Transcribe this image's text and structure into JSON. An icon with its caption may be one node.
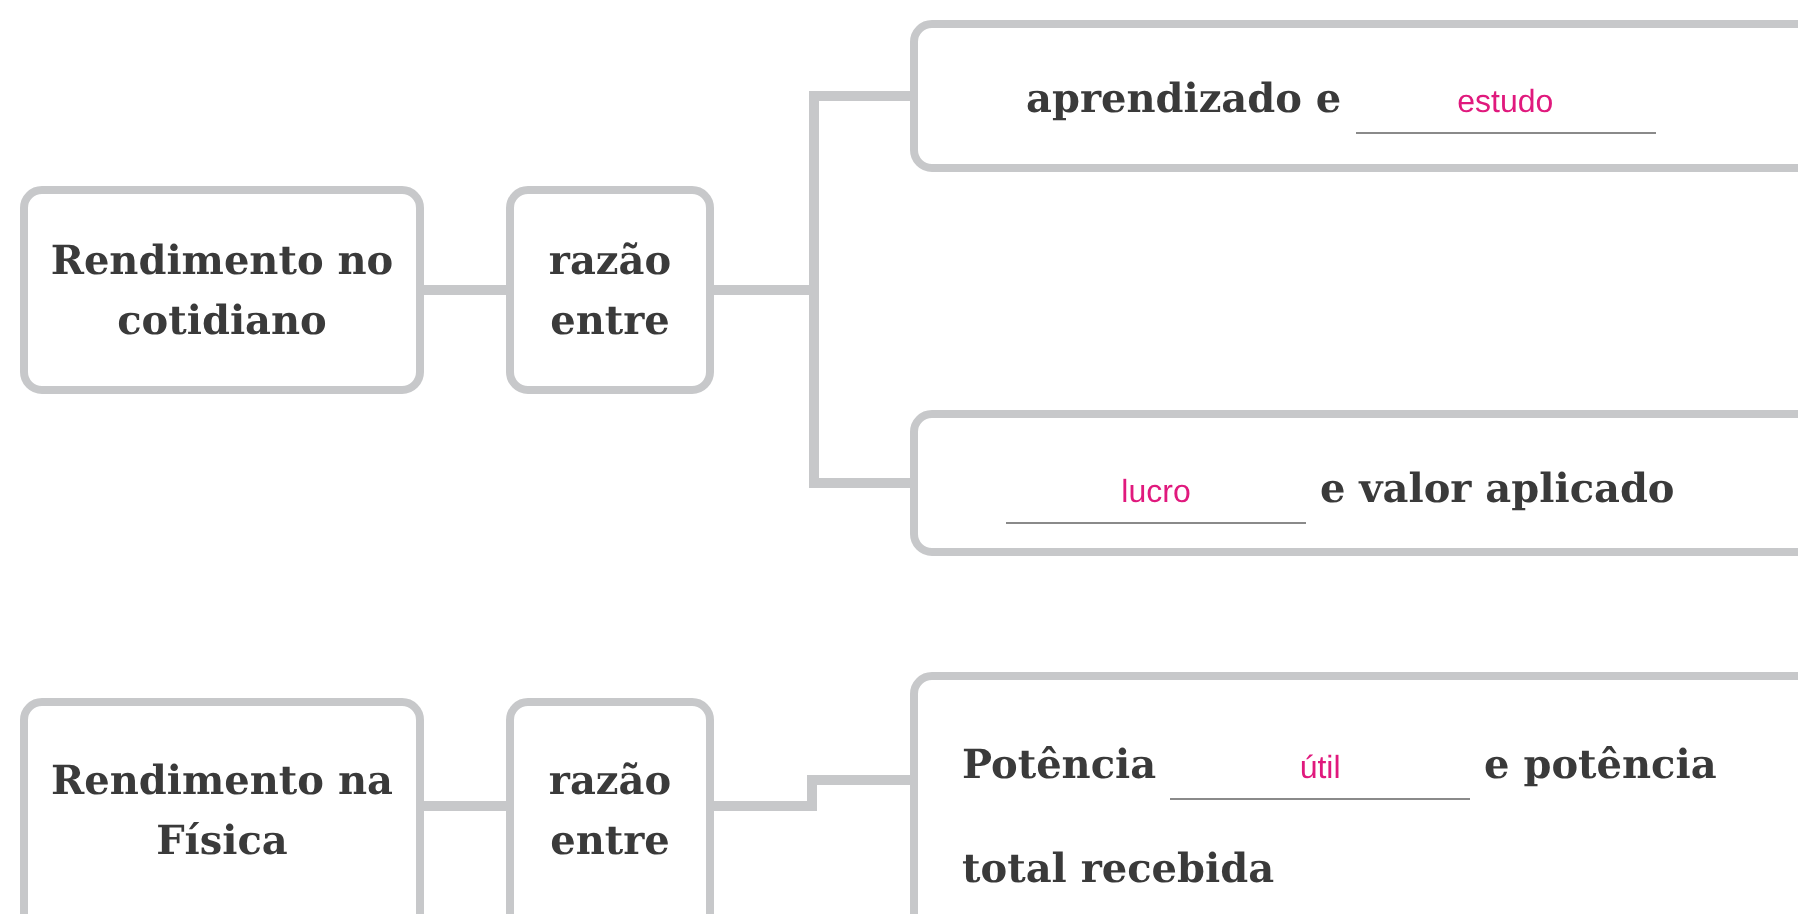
{
  "diagram": {
    "nodes": [
      {
        "text": [
          "Rendimento no cotidiano"
        ]
      },
      {
        "text": [
          "razão entre"
        ]
      },
      {
        "text": [
          "aprendizado e",
          "estudo"
        ]
      },
      {
        "text": [
          "lucro",
          "e valor aplicado"
        ]
      },
      {
        "text": [
          "Rendimento na Física"
        ]
      },
      {
        "text": [
          "razão entre"
        ]
      },
      {
        "text": [
          "Potência",
          "útil",
          "e potência total recebida"
        ]
      }
    ],
    "edges": [
      {
        "from": 0,
        "to": 1,
        "arrow": "none"
      },
      {
        "from": 1,
        "to": 2,
        "arrow": "none"
      },
      {
        "from": 1,
        "to": 3,
        "arrow": "none"
      },
      {
        "from": 4,
        "to": 5,
        "arrow": "none"
      },
      {
        "from": 5,
        "to": 6,
        "arrow": "none"
      }
    ]
  }
}
